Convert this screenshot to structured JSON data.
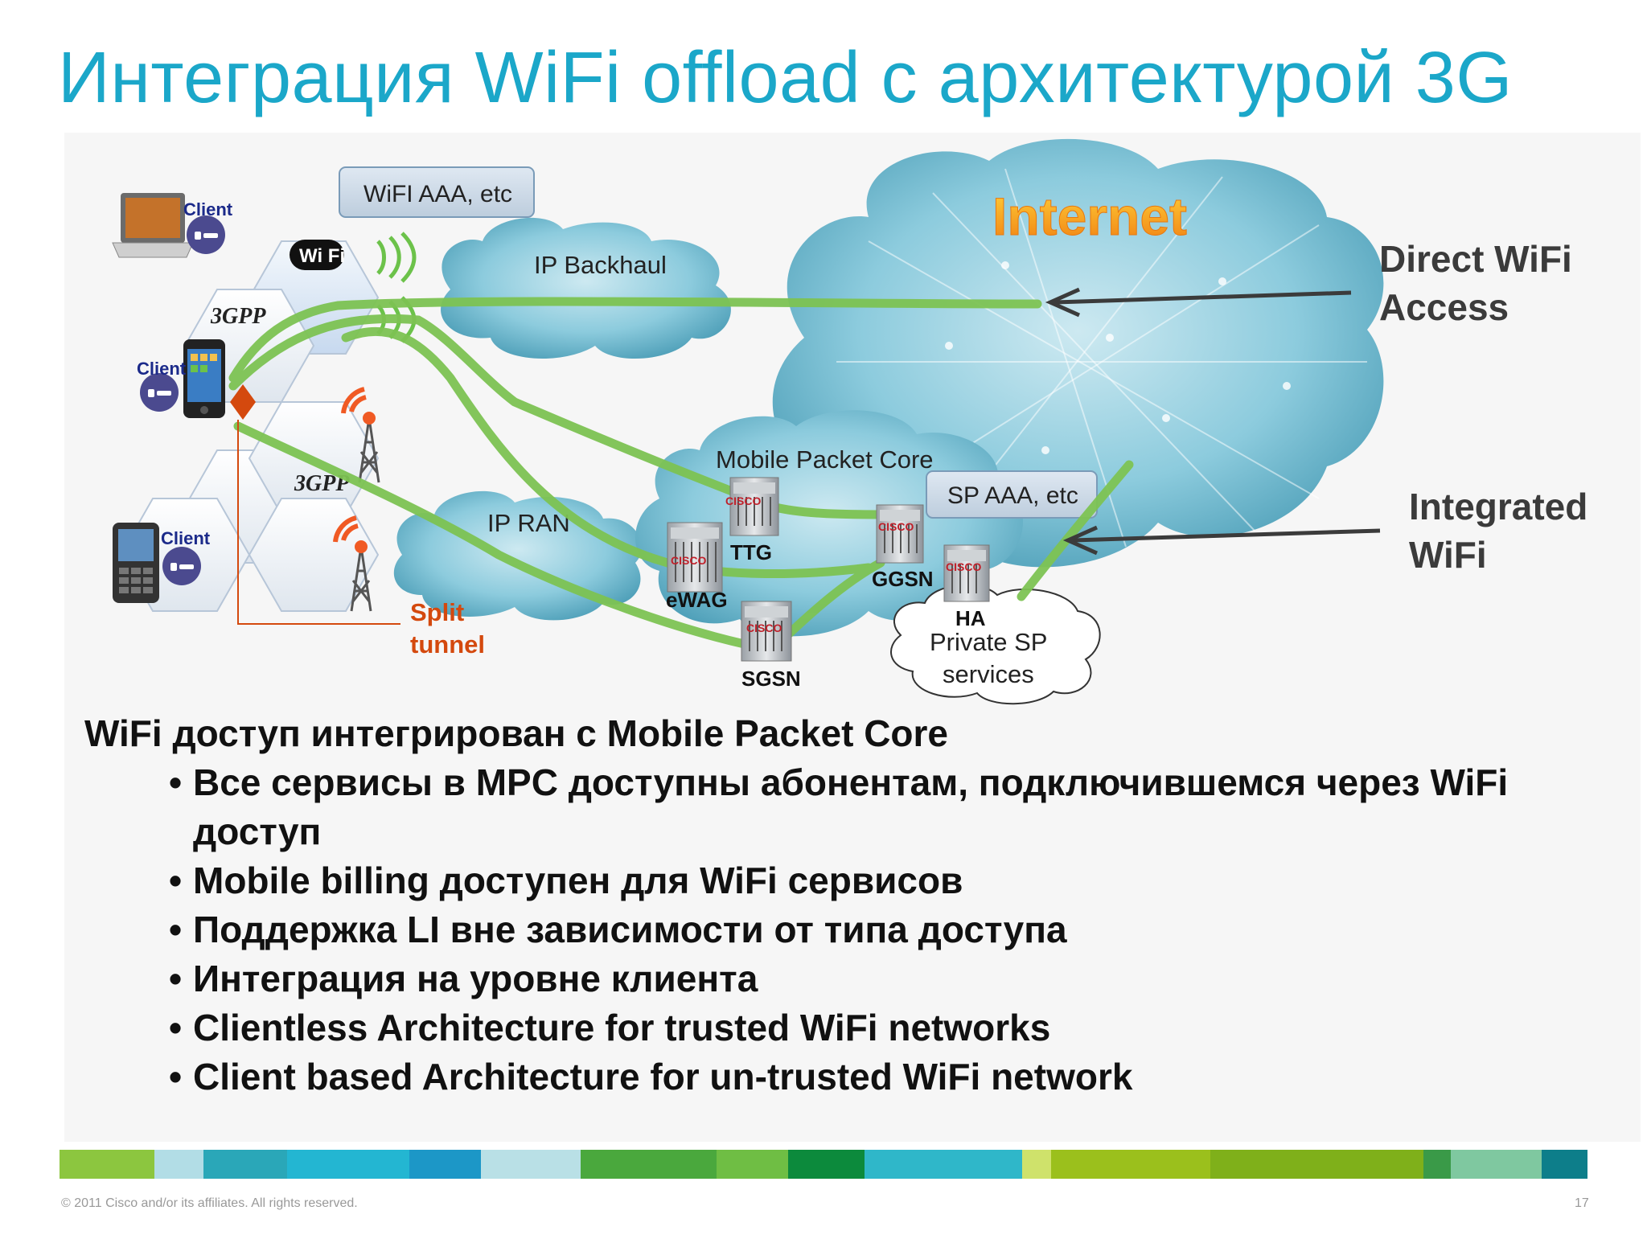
{
  "slide": {
    "title": "Интеграция WiFi offload с архитектурой 3G",
    "page_number": "17",
    "copyright": "© 2011 Cisco and/or its affiliates. All rights reserved."
  },
  "diagram": {
    "clients": [
      "Client",
      "Client",
      "Client"
    ],
    "wifi_logo": "Wi Fi",
    "gpp_logos": [
      "3GPP",
      "3GPP"
    ],
    "wifi_aaa": "WiFI AAA, etc",
    "ip_backhaul": "IP Backhaul",
    "internet": "Internet",
    "direct_wifi": [
      "Direct WiFi",
      "Access"
    ],
    "ip_ran": "IP RAN",
    "mobile_packet_core": "Mobile Packet Core",
    "sp_aaa": "SP AAA, etc",
    "integrated_wifi": [
      "Integrated",
      "WiFi"
    ],
    "split_tunnel": [
      "Split",
      "tunnel"
    ],
    "nodes": {
      "ttg": "TTG",
      "ewag": "eWAG",
      "ggsn": "GGSN",
      "sgsn": "SGSN",
      "ha": "HA"
    },
    "cisco_label": "CISCO",
    "private_sp": [
      "Private SP",
      "services"
    ]
  },
  "text": {
    "lead": "WiFi доступ интегрирован с Mobile Packet Core",
    "bullet_symbol": "•",
    "bullets": [
      "Все сервисы в MPC доступны абонентам, подключившемся через WiFi доступ",
      "Mobile billing доступен для WiFi сервисов",
      "Поддержка LI вне зависимости от типа доступа",
      "Интеграция на уровне клиента",
      "Clientless Architecture for trusted WiFi networks",
      "Client based Architecture for un-trusted WiFi network"
    ]
  },
  "colors": {
    "title": "#1ba7c9",
    "tunnel": "#7dc353",
    "cloud": "#8fcadb",
    "split_tunnel": "#d4490e",
    "client_label": "#1b2a8a"
  },
  "footer_colors": [
    "#8cc63f",
    "#b2dde6",
    "#2aa7b8",
    "#23b6d2",
    "#1c97c7",
    "#b9e0e6",
    "#4aa83d",
    "#6fbe44",
    "#0c8a3c",
    "#2fb7c9",
    "#cfe26b",
    "#9bc01c",
    "#7fb01a",
    "#3a9a48",
    "#7fc8a0",
    "#0d7e8a"
  ]
}
